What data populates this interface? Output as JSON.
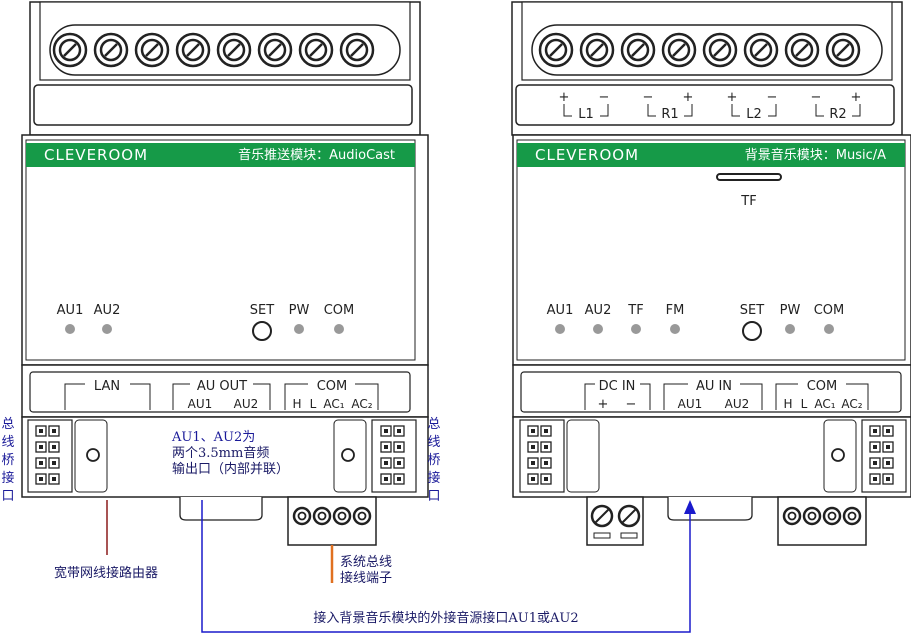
{
  "left_module": {
    "brand": "CLEVEROOM",
    "title": "音乐推送模块：AudioCast",
    "indicators": [
      "AU1",
      "AU2"
    ],
    "set_label": "SET",
    "status_indicators": [
      "PW",
      "COM"
    ],
    "ports": {
      "lan": "LAN",
      "au_out": "AU OUT",
      "au_out_sub": [
        "AU1",
        "AU2"
      ],
      "com": "COM",
      "com_sub": [
        "H",
        "L",
        "AC₁",
        "AC₂"
      ]
    }
  },
  "right_module": {
    "brand": "CLEVEROOM",
    "title": "背景音乐模块：Music/A",
    "terminal_labels": [
      "L1",
      "R1",
      "L2",
      "R2"
    ],
    "slot_label": "TF",
    "indicators": [
      "AU1",
      "AU2",
      "TF",
      "FM"
    ],
    "set_label": "SET",
    "status_indicators": [
      "PW",
      "COM"
    ],
    "ports": {
      "dc_in": "DC  IN",
      "dc_sub": [
        "+",
        "−"
      ],
      "au_in": "AU IN",
      "au_in_sub": [
        "AU1",
        "AU2"
      ],
      "com": "COM",
      "com_sub": [
        "H",
        "L",
        "AC₁",
        "AC₂"
      ]
    }
  },
  "annotations": {
    "bus_bridge_left": [
      "总",
      "线",
      "桥",
      "接",
      "口"
    ],
    "bus_bridge_right": [
      "总",
      "线",
      "桥",
      "接",
      "口"
    ],
    "au_note": [
      "AU1、AU2为",
      "两个3.5mm音频",
      "输出口（内部并联）"
    ],
    "broadband": "宽带网线接路由器",
    "bus_terminal": [
      "系统总线",
      "接线端子"
    ],
    "bottom_connection": "接入背景音乐模块的外接音源接口AU1或AU2"
  },
  "colors": {
    "brand_green": "#169a48",
    "wire_blue": "#1a1acc",
    "wire_brown": "#8b1a1a",
    "wire_orange": "#e07020",
    "led_gray": "#999999"
  }
}
